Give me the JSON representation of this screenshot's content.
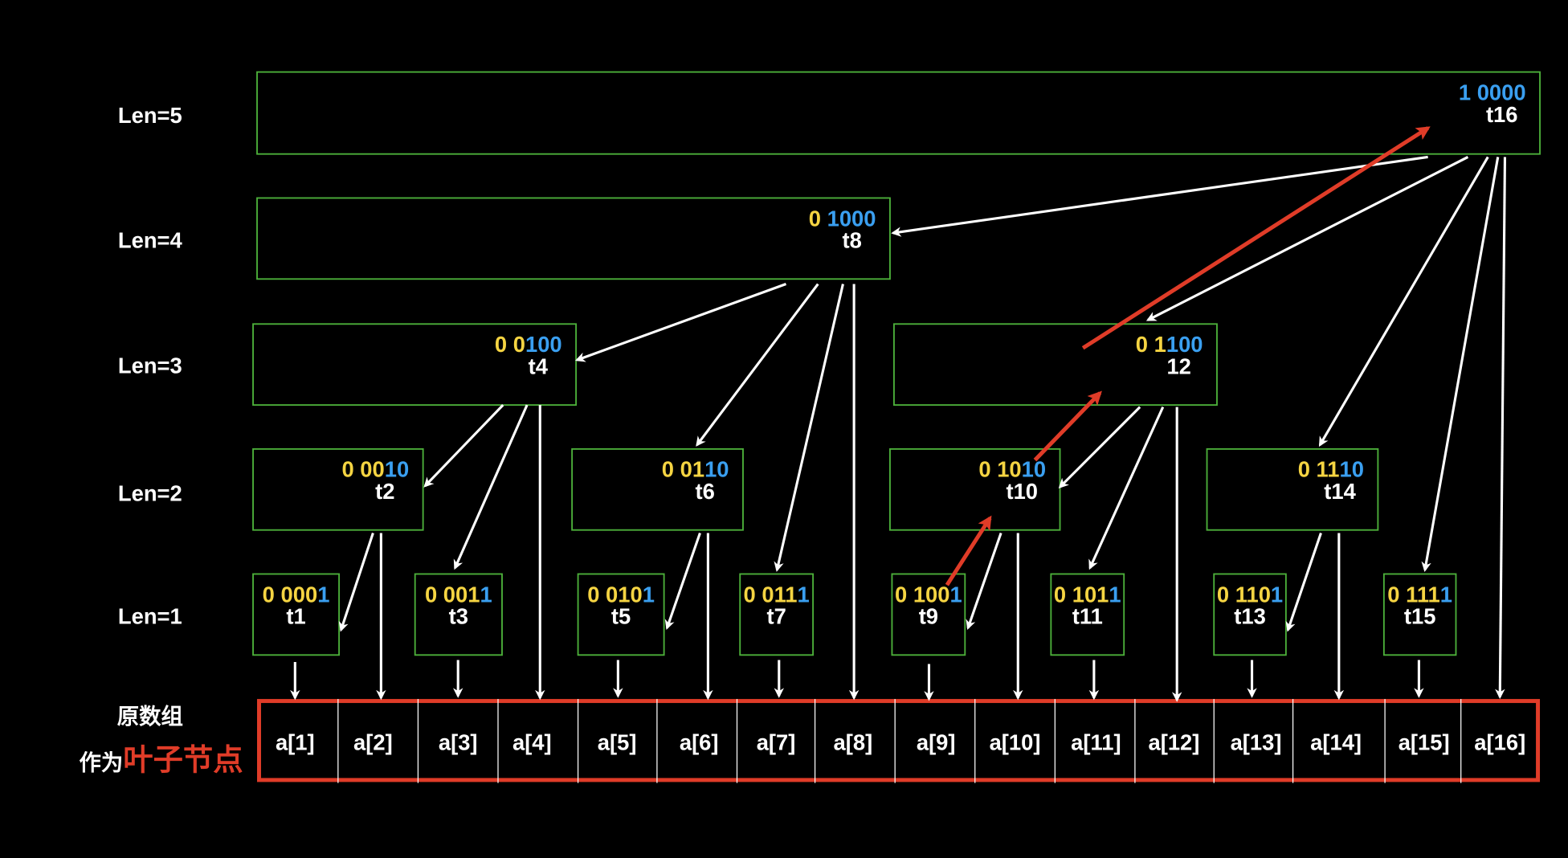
{
  "colors": {
    "background": "#000000",
    "node_border": "#4caf3a",
    "high_bits": "#f5d442",
    "low_bits": "#3a9ff0",
    "text": "#ffffff",
    "highlight": "#e03c28",
    "arrow": "#ffffff"
  },
  "level_labels": [
    "Len=5",
    "Len=4",
    "Len=3",
    "Len=2",
    "Len=1"
  ],
  "array_label_line1": "原数组",
  "array_label_line2_prefix": "作为",
  "array_label_line2_highlight": "叶子节点",
  "nodes": [
    {
      "id": "t16",
      "name": "t16",
      "high": "",
      "low": "1 0000",
      "level": 5
    },
    {
      "id": "t8",
      "name": "t8",
      "high": "0 ",
      "low": "1000",
      "level": 4
    },
    {
      "id": "t4",
      "name": "t4",
      "high": "0 0",
      "low": "100",
      "level": 3
    },
    {
      "id": "t12",
      "name": "12",
      "high": "0 1",
      "low": "100",
      "level": 3
    },
    {
      "id": "t2",
      "name": "t2",
      "high": "0 00",
      "low": "10",
      "level": 2
    },
    {
      "id": "t6",
      "name": "t6",
      "high": "0 01",
      "low": "10",
      "level": 2
    },
    {
      "id": "t10",
      "name": "t10",
      "high": "0 10",
      "low": "10",
      "level": 2
    },
    {
      "id": "t14",
      "name": "t14",
      "high": "0 11",
      "low": "10",
      "level": 2
    },
    {
      "id": "t1",
      "name": "t1",
      "high": "0 000",
      "low": "1",
      "level": 1
    },
    {
      "id": "t3",
      "name": "t3",
      "high": "0 001",
      "low": "1",
      "level": 1
    },
    {
      "id": "t5",
      "name": "t5",
      "high": "0 010",
      "low": "1",
      "level": 1
    },
    {
      "id": "t7",
      "name": "t7",
      "high": "0 011",
      "low": "1",
      "level": 1
    },
    {
      "id": "t9",
      "name": "t9",
      "high": "0 100",
      "low": "1",
      "level": 1
    },
    {
      "id": "t11",
      "name": "t11",
      "high": "0 101",
      "low": "1",
      "level": 1
    },
    {
      "id": "t13",
      "name": "t13",
      "high": "0 110",
      "low": "1",
      "level": 1
    },
    {
      "id": "t15",
      "name": "t15",
      "high": "0 111",
      "low": "1",
      "level": 1
    }
  ],
  "array_cells": [
    "a[1]",
    "a[2]",
    "a[3]",
    "a[4]",
    "a[5]",
    "a[6]",
    "a[7]",
    "a[8]",
    "a[9]",
    "a[10]",
    "a[11]",
    "a[12]",
    "a[13]",
    "a[14]",
    "a[15]",
    "a[16]"
  ],
  "highlight_path": [
    "t9",
    "t10",
    "t12",
    "t16"
  ]
}
